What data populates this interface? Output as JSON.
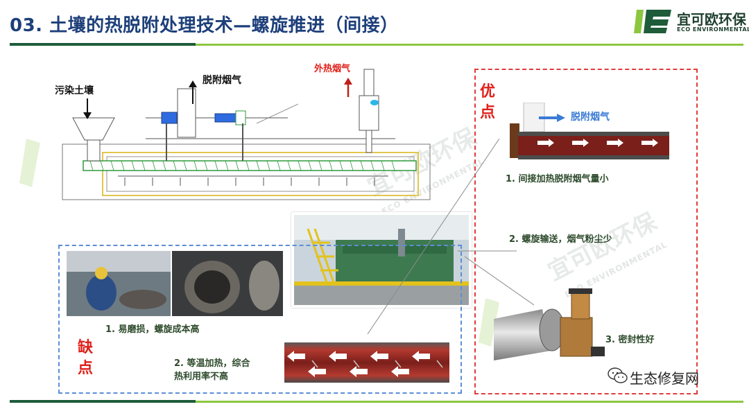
{
  "header": {
    "title": "03. 土壤的热脱附处理技术—螺旋推进（间接）",
    "logo_cn": "宜可欧环保",
    "logo_en": "ECO ENVIRONMENTAL"
  },
  "diagram": {
    "label_soil": "污染土壤",
    "label_desorb_gas": "脱附烟气",
    "label_ext_heat": "外热烟气"
  },
  "advantages": {
    "title_chars": [
      "优",
      "点"
    ],
    "photo_label": "脱附烟气",
    "items": [
      "1. 间接加热脱附烟气量小",
      "2. 螺旋输送，烟气粉尘少",
      "3. 密封性好"
    ]
  },
  "disadvantages": {
    "title_chars": [
      "缺",
      "点"
    ],
    "item1": "1. 易磨损，螺旋成本高",
    "item2_line1": "2. 等温加热，综合",
    "item2_line2": "热利用率不高"
  },
  "watermark": {
    "cn": "宜可欧环保",
    "en": "ECO ENVIRONMENTAL",
    "wechat": "生态修复网"
  },
  "colors": {
    "title": "#1d3f7a",
    "bar_dark": "#1e5c3a",
    "bar_light": "#8dc63f",
    "accent_red": "#e0201a",
    "dashed_blue": "#5b8ed6"
  }
}
